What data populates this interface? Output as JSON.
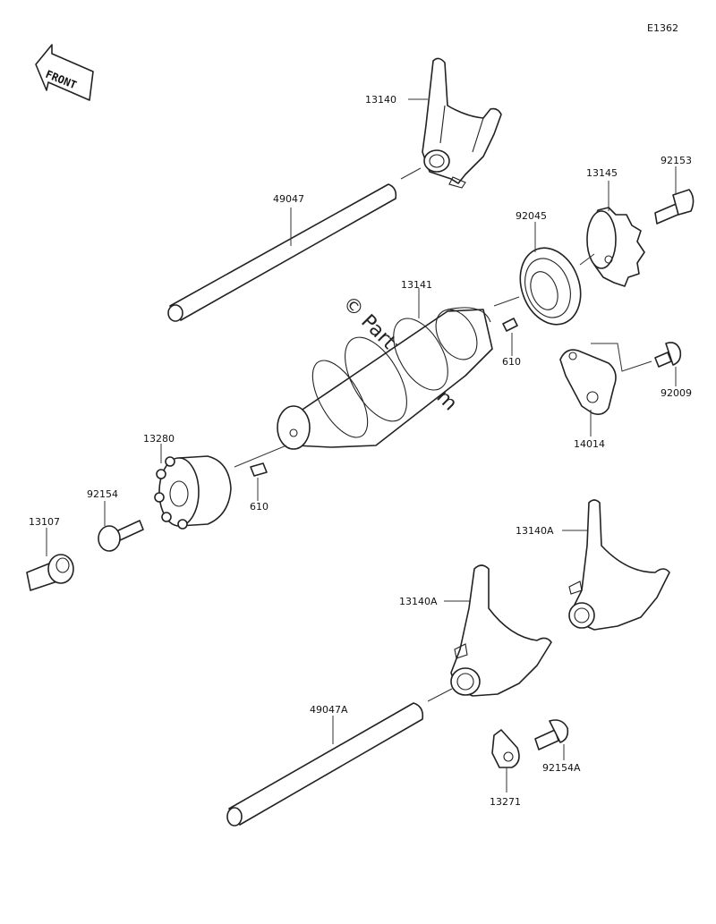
{
  "diagram_id": "E1362",
  "front_label": "FRONT",
  "watermark": "© Partzilla.com",
  "parts": {
    "p13140": "13140",
    "p49047": "49047",
    "p13145": "13145",
    "p92153": "92153",
    "p92045": "92045",
    "p13141": "13141",
    "p610_upper": "610",
    "p92009": "92009",
    "p14014": "14014",
    "p13280": "13280",
    "p92154": "92154",
    "p610_lower": "610",
    "p13107": "13107",
    "p13140A_right": "13140A",
    "p13140A_left": "13140A",
    "p49047A": "49047A",
    "p92154A": "92154A",
    "p13271": "13271"
  }
}
